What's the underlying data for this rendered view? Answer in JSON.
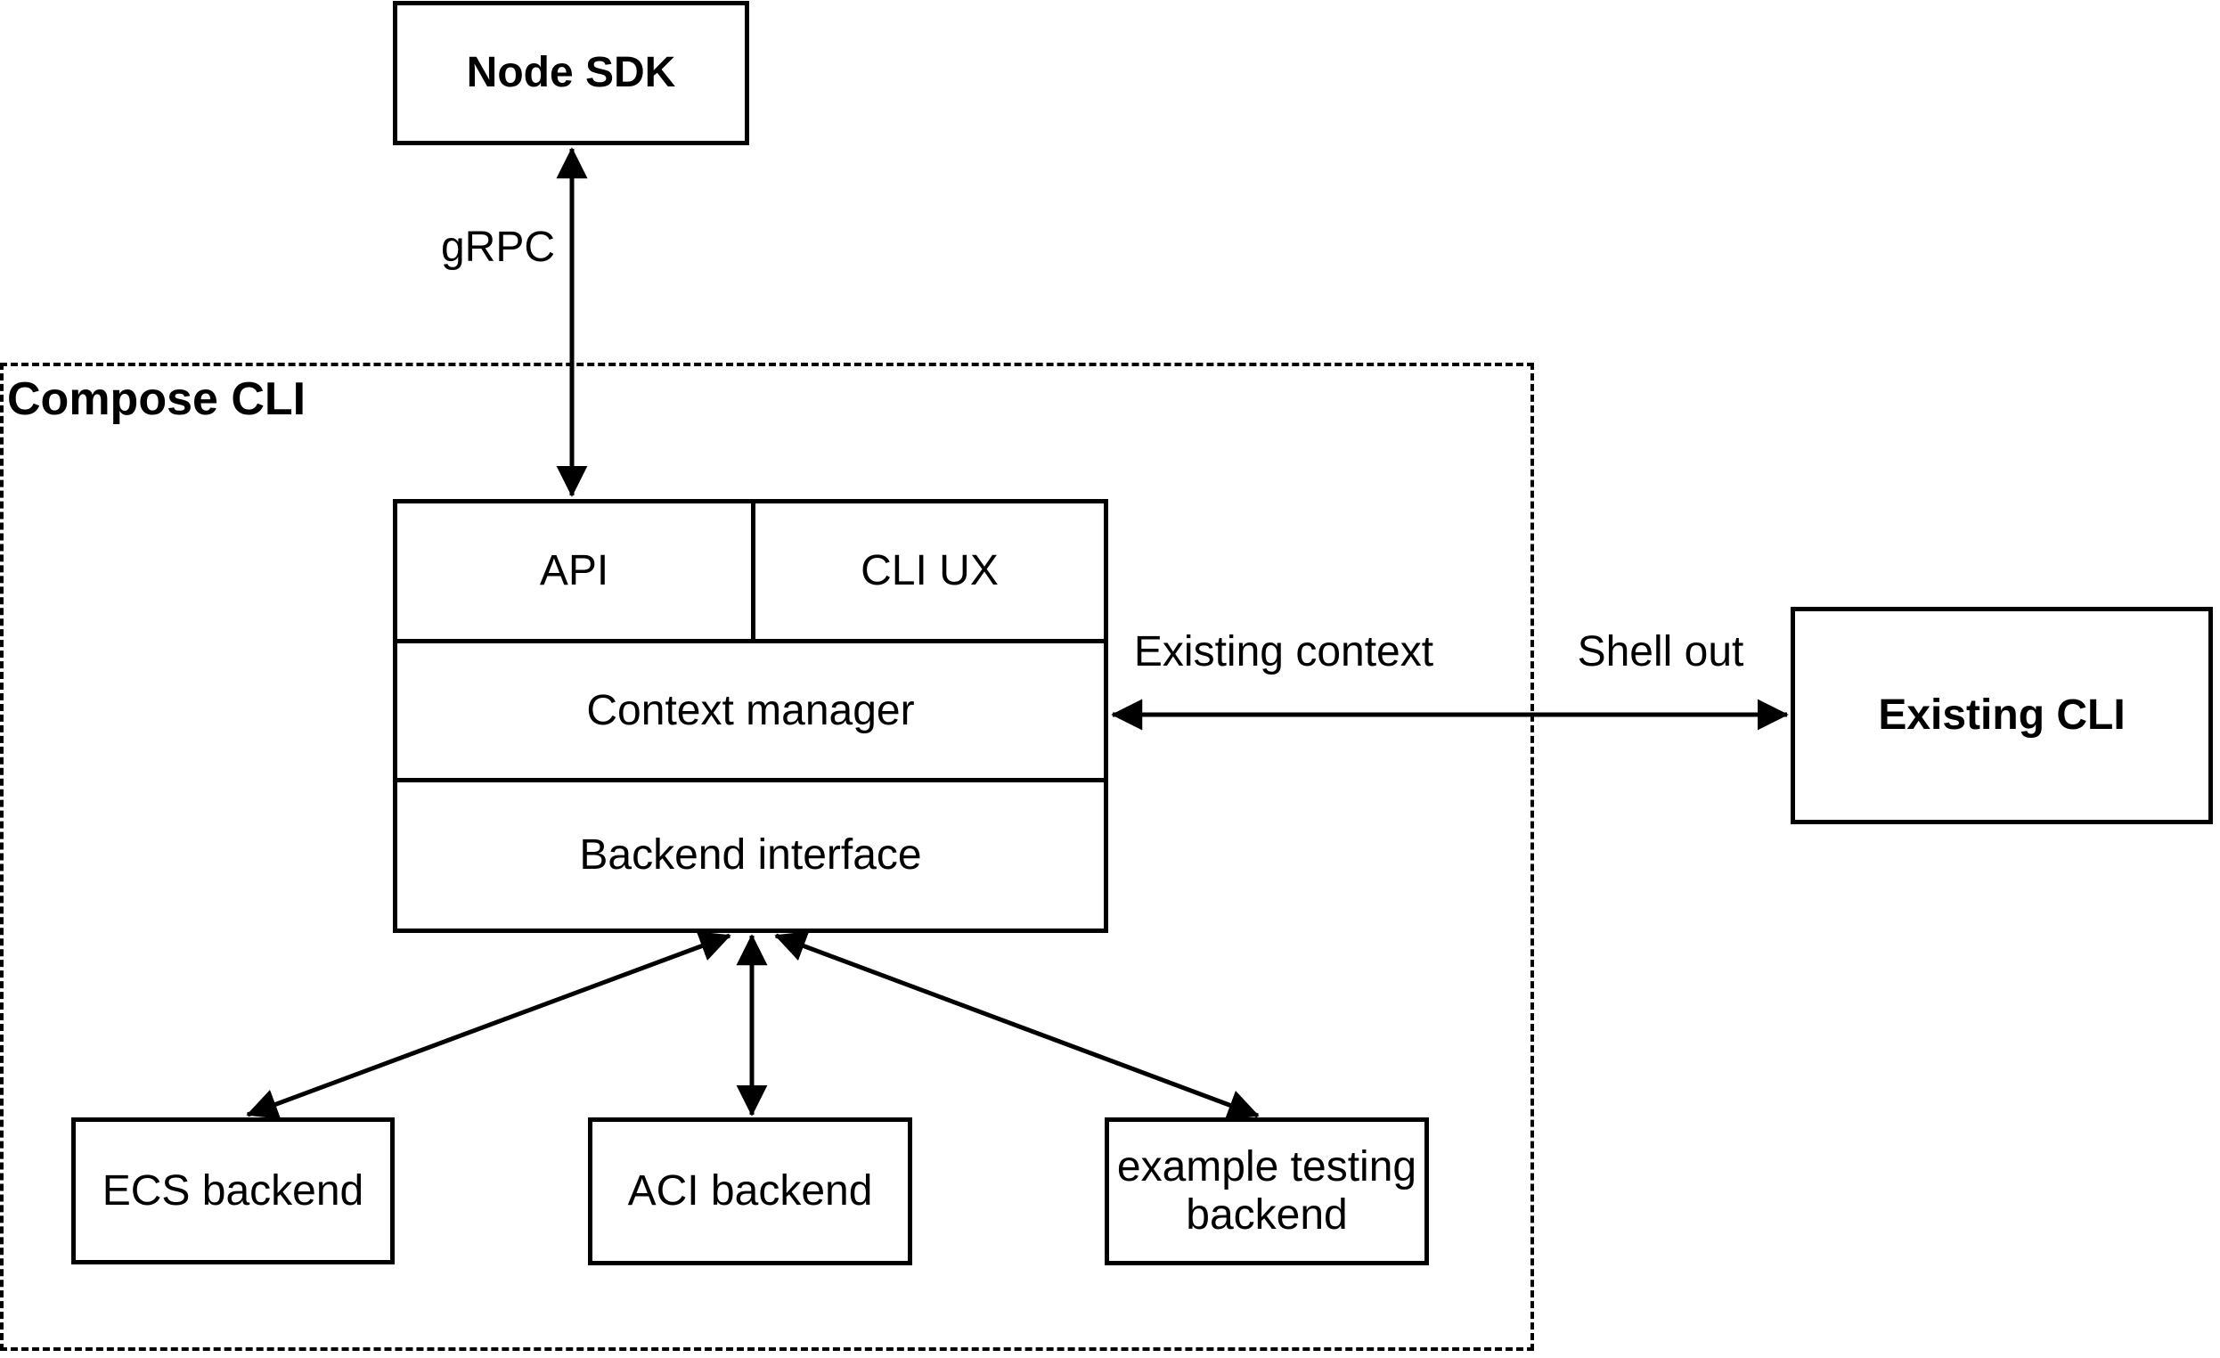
{
  "container": {
    "label": "Compose CLI"
  },
  "nodes": {
    "node_sdk": {
      "label": "Node SDK"
    },
    "api": {
      "label": "API"
    },
    "cli_ux": {
      "label": "CLI UX"
    },
    "context_manager": {
      "label": "Context manager"
    },
    "backend_interface": {
      "label": "Backend interface"
    },
    "existing_cli": {
      "label": "Existing CLI"
    },
    "ecs_backend": {
      "label": "ECS backend"
    },
    "aci_backend": {
      "label": "ACI backend"
    },
    "example_testing_backend": {
      "label": "example testing backend"
    }
  },
  "edge_labels": {
    "grpc": "gRPC",
    "existing_context": "Existing context",
    "shell_out": "Shell out"
  },
  "colors": {
    "stroke": "#000000",
    "node_fill": "#ffffff",
    "background": "#ffffff"
  }
}
